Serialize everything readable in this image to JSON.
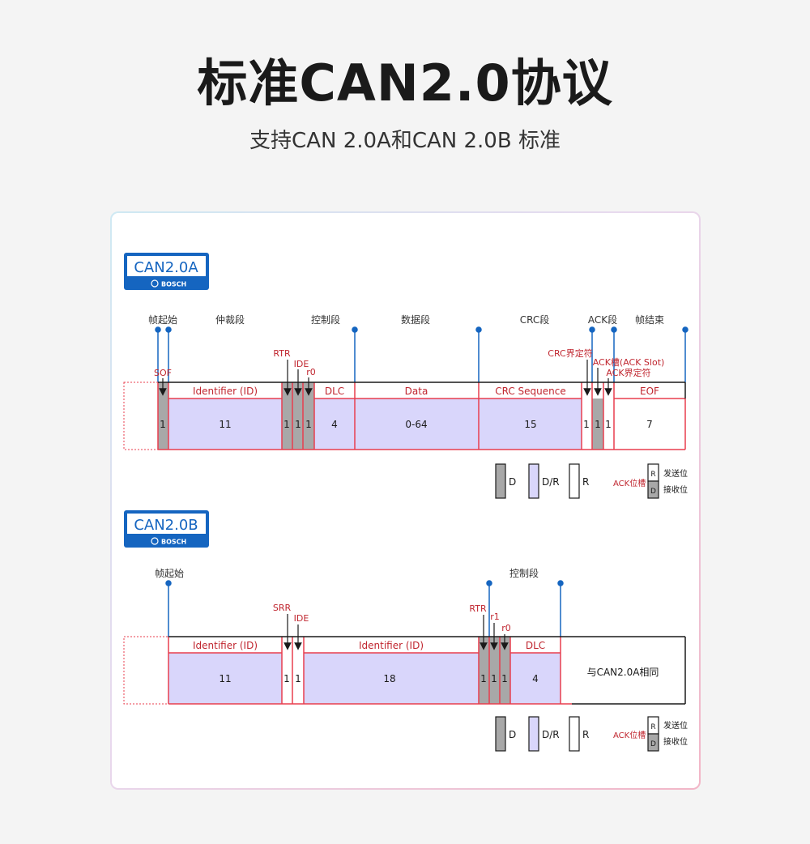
{
  "header": {
    "title": "标准CAN2.0协议",
    "subtitle": "支持CAN 2.0A和CAN 2.0B 标准"
  },
  "colors": {
    "red": "#e83e4e",
    "blue": "#1565c0",
    "lavender": "#d9d6fb",
    "gray": "#a8a8a8",
    "dark_red_label": "#c0262f"
  },
  "can_a": {
    "badge": {
      "name": "CAN2.0A",
      "brand": "BOSCH"
    },
    "sections": {
      "sof": "帧起始",
      "arbitration": "仲裁段",
      "control": "控制段",
      "data": "数据段",
      "crc": "CRC段",
      "ack": "ACK段",
      "eof": "帧结束"
    },
    "labels": {
      "sof": "SOF",
      "rtr": "RTR",
      "ide": "IDE",
      "r0": "r0",
      "crc_delim": "CRC界定符",
      "ack_slot": "ACK槽(ACK Slot)",
      "ack_delim": "ACK界定符"
    },
    "fields": {
      "identifier": "Identifier (ID)",
      "dlc": "DLC",
      "data": "Data",
      "crc_seq": "CRC Sequence",
      "eof": "EOF"
    },
    "bits": {
      "sof": "1",
      "identifier": "11",
      "rtr": "1",
      "ide": "1",
      "r0": "1",
      "dlc": "4",
      "data": "0-64",
      "crc": "15",
      "crc_delim": "1",
      "ack_slot": "1",
      "ack_delim": "1",
      "eof": "7"
    }
  },
  "can_b": {
    "badge": {
      "name": "CAN2.0B",
      "brand": "BOSCH"
    },
    "sections": {
      "sof": "帧起始",
      "control": "控制段"
    },
    "labels": {
      "srr": "SRR",
      "ide": "IDE",
      "rtr": "RTR",
      "r1": "r1",
      "r0": "r0"
    },
    "fields": {
      "identifier_1": "Identifier (ID)",
      "identifier_2": "Identifier (ID)",
      "dlc": "DLC",
      "same_as_a": "与CAN2.0A相同"
    },
    "bits": {
      "identifier_1": "11",
      "srr": "1",
      "ide": "1",
      "identifier_2": "18",
      "rtr": "1",
      "r1": "1",
      "r0": "1",
      "dlc": "4"
    }
  },
  "legend": {
    "d": "D",
    "dr": "D/R",
    "r": "R",
    "ack_slot": "ACK位槽",
    "ack_r": "R",
    "ack_d": "D",
    "send_bit": "发送位",
    "recv_bit": "接收位"
  }
}
